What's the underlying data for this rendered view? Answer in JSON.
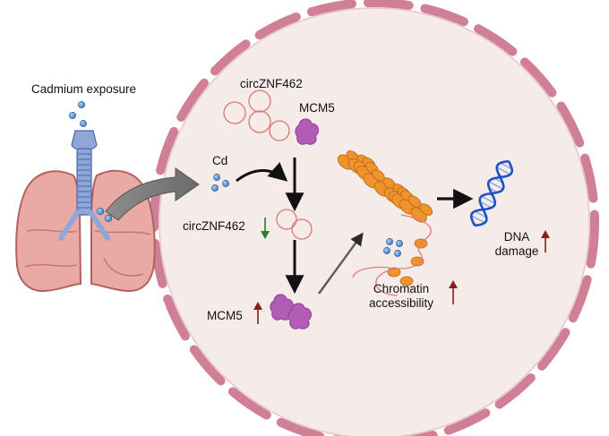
{
  "labels": {
    "exposure": "Cadmium exposure",
    "circ_top": "circZNF462",
    "mcm5_top": "MCM5",
    "cd": "Cd",
    "circ_mid": "circZNF462",
    "mcm5_bottom": "MCM5",
    "chromatin_line1": "Chromatin",
    "chromatin_line2": "accessibility",
    "dna_line1": "DNA",
    "dna_line2": "damage"
  },
  "indicators": {
    "circ_mid": "down",
    "mcm5_bottom": "up",
    "chromatin": "up",
    "dna_damage": "up"
  },
  "icons": [
    "lungs-icon",
    "trachea-icon",
    "cadmium-particles-icon",
    "circrna-icon",
    "mcm5-protein-icon",
    "chromatin-icon",
    "dna-helix-icon"
  ],
  "colors": {
    "cell_fill": "#f5ebe8",
    "membrane": "#cf7f96",
    "lung": "#e9a9a5",
    "trachea": "#8fa6d9",
    "particle": "#5b9bd6",
    "circ_rna": "#d97a72",
    "protein": "#b25cb6",
    "chromatin": "#f0932d",
    "dna": "#1f52c8",
    "up_arrow": "#8a1e1e",
    "down_arrow": "#2c7a2c"
  }
}
